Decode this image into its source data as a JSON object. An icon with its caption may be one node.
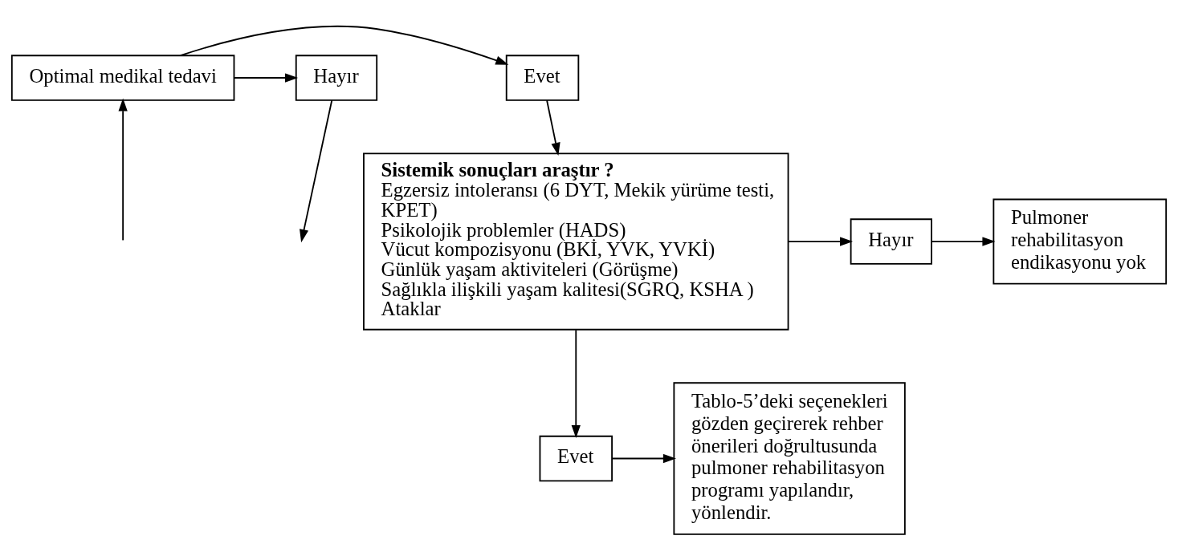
{
  "diagram": {
    "nodes": [
      {
        "text": [
          "Optimal medikal tedavi"
        ]
      },
      {
        "text": [
          "Evet"
        ]
      },
      {
        "text": [
          "Hayır"
        ]
      },
      {
        "text": [
          "Sistemik sonuçları araştır ?",
          "Egzersiz intoleransı (6 DYT, Mekik yürüme testi, KPET)",
          "Psikolojik problemler (HADS)",
          "Vücut kompozisyonu (BKİ, YVK, YVKİ)",
          "Günlük yaşam aktiviteleri (Görüşme)",
          "Sağlıkla ilişkili yaşam kalitesi(SGRQ, KSHA )",
          "Ataklar"
        ]
      },
      {
        "text": [
          "Hayır"
        ]
      },
      {
        "text": [
          "Pulmoner rehabilitasyon endikasyonu yok"
        ]
      },
      {
        "text": [
          "Evet"
        ]
      },
      {
        "text": [
          "Tablo-5’deki seçenekleri gözden geçirerek rehber önerileri doğrultusunda pulmoner rehabilitasyon programı yapılandır, yönlendir."
        ]
      }
    ],
    "edges": [
      {
        "from": null,
        "to": 0,
        "arrow": "to"
      },
      {
        "from": 0,
        "to": 1,
        "arrow": "to"
      },
      {
        "from": 0,
        "to": 2,
        "arrow": "to"
      },
      {
        "from": 2,
        "to": null,
        "arrow": "to"
      },
      {
        "from": 1,
        "to": 3,
        "arrow": "to"
      },
      {
        "from": 3,
        "to": 4,
        "arrow": "to"
      },
      {
        "from": 4,
        "to": 5,
        "arrow": "to"
      },
      {
        "from": 3,
        "to": 6,
        "arrow": "to"
      },
      {
        "from": 6,
        "to": 7,
        "arrow": "to"
      }
    ]
  }
}
